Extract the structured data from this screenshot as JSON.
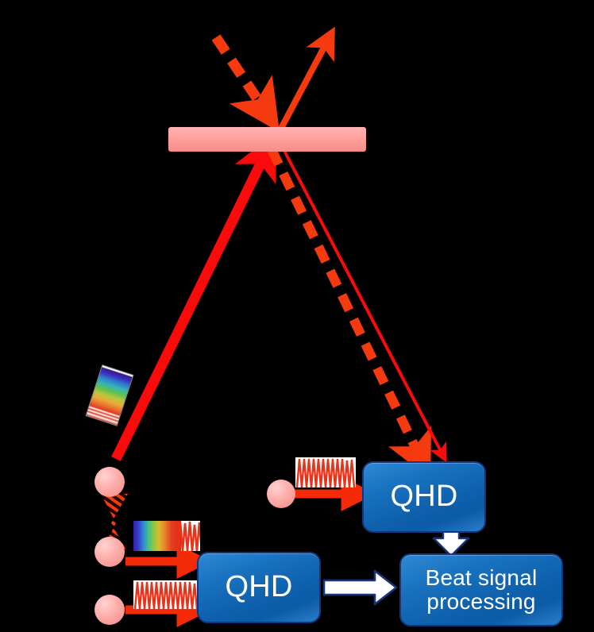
{
  "diagram": {
    "title": "Dual-comb quantum homodyne detection optical layout",
    "background_color": "#000000"
  },
  "colors": {
    "beam_red": "#fa0a0a",
    "beam_orange_red": "#f53a10",
    "sphere_pink": "#ffb0ad",
    "beamsplitter_pink": "#ffa5a2",
    "node_blue": "#1a73c0",
    "node_border": "#17357e",
    "node_text": "#ffffff",
    "block_arrow_fill": "#ffffff",
    "block_arrow_stroke": "#17357e"
  },
  "optics": {
    "beamsplitter": {
      "name": "beam-splitter",
      "label": ""
    },
    "prism": {
      "name": "dispersive-comb-chip",
      "label": ""
    },
    "bowtie": {
      "name": "hourglass-coupling",
      "label": ""
    },
    "sources": [
      {
        "name": "source-sphere-upper",
        "label": ""
      },
      {
        "name": "source-sphere-middle",
        "label": ""
      },
      {
        "name": "source-sphere-lower",
        "label": ""
      },
      {
        "name": "source-sphere-right",
        "label": ""
      }
    ]
  },
  "beams": [
    {
      "name": "incident-dashed-beam",
      "style": "dashed",
      "color": "#f53a10",
      "direction": "down-right-to-beamsplitter"
    },
    {
      "name": "reflected-solid-beam",
      "style": "solid",
      "color": "#f53a10",
      "direction": "up-right-from-beamsplitter"
    },
    {
      "name": "signal-beam-up",
      "style": "solid-thick",
      "color": "#fa0a0a",
      "direction": "up-right-to-beamsplitter"
    },
    {
      "name": "transmitted-dashed-beam",
      "style": "dashed",
      "color": "#f53a10",
      "direction": "down-right-to-qhd"
    },
    {
      "name": "transmitted-thin-beam",
      "style": "solid-thin",
      "color": "#fa0a0a",
      "direction": "down-right-to-qhd"
    }
  ],
  "icons": [
    {
      "name": "spectrum-comb-icon",
      "type": "rainbow-to-wave"
    },
    {
      "name": "waveform-icon-lower",
      "type": "sine-burst"
    },
    {
      "name": "waveform-icon-right",
      "type": "sine-burst"
    }
  ],
  "nodes": {
    "qhd_right": {
      "label": "QHD"
    },
    "qhd_left": {
      "label": "QHD"
    },
    "processing": {
      "label": "Beat signal\nprocessing",
      "line1": "Beat signal",
      "line2": "processing"
    }
  },
  "connectors": [
    {
      "name": "arrow-source-to-qhd-right",
      "style": "red-arrow"
    },
    {
      "name": "arrow-source-to-qhd-left-upper",
      "style": "red-arrow"
    },
    {
      "name": "arrow-source-to-qhd-left-lower",
      "style": "red-arrow"
    },
    {
      "name": "arrow-qhd-right-to-processing",
      "style": "white-block-arrow-down"
    },
    {
      "name": "arrow-qhd-left-to-processing",
      "style": "white-block-arrow-right"
    }
  ]
}
